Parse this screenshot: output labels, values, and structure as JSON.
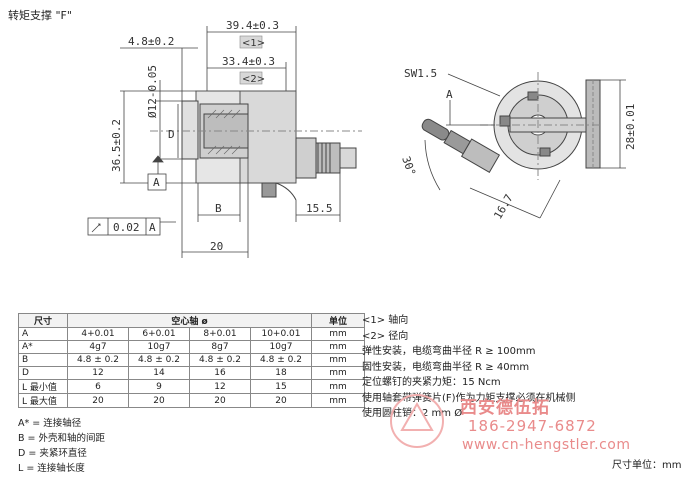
{
  "title": "转矩支撑 \"F\"",
  "dims": {
    "d39": "39.4±0.3",
    "t1": "<1>",
    "d33": "33.4±0.3",
    "t2": "<2>",
    "d48": "4.8±0.2",
    "d12": "Ø12-0.05",
    "d36": "36.5±0.2",
    "D": "D",
    "A": "A",
    "B": "B",
    "d20": "20",
    "d155": "15.5",
    "tol": "0.02",
    "tolref": "A",
    "sw": "SW1.5",
    "A2": "A",
    "deg": "30°",
    "d28": "28±0.01",
    "d167": "16.7"
  },
  "table": {
    "headers": [
      "尺寸",
      "空心轴 ø",
      "",
      "",
      "",
      "单位"
    ],
    "rows": [
      [
        "A",
        "4+0.01",
        "6+0.01",
        "8+0.01",
        "10+0.01",
        "mm"
      ],
      [
        "A*",
        "4g7",
        "10g7",
        "8g7",
        "10g7",
        "mm"
      ],
      [
        "B",
        "4.8 ± 0.2",
        "4.8 ± 0.2",
        "4.8 ± 0.2",
        "4.8 ± 0.2",
        "mm"
      ],
      [
        "D",
        "12",
        "14",
        "16",
        "18",
        "mm"
      ],
      [
        "L 最小值",
        "6",
        "9",
        "12",
        "15",
        "mm"
      ],
      [
        "L 最大值",
        "20",
        "20",
        "20",
        "20",
        "mm"
      ]
    ]
  },
  "legend": [
    "A* = 连接轴径",
    "B = 外壳和轴的间距",
    "D = 夹紧环直径",
    "L = 连接轴长度"
  ],
  "notes": [
    "<1> 轴向",
    "<2> 径向",
    "弹性安装，电缆弯曲半径 R ≥ 100mm",
    "固性安装，电缆弯曲半径 R ≥ 40mm",
    "定位螺钉的夹紧力矩：15 Ncm",
    "使用轴套带弹簧片(F)作为力矩支撑必须在机械侧",
    "使用圆柱销：2 mm Ø"
  ],
  "watermark": {
    "name": "西安德伍拓",
    "phone": "186-2947-6872",
    "url": "www.cn-hengstler.com"
  },
  "unit_footer": "尺寸单位：mm"
}
